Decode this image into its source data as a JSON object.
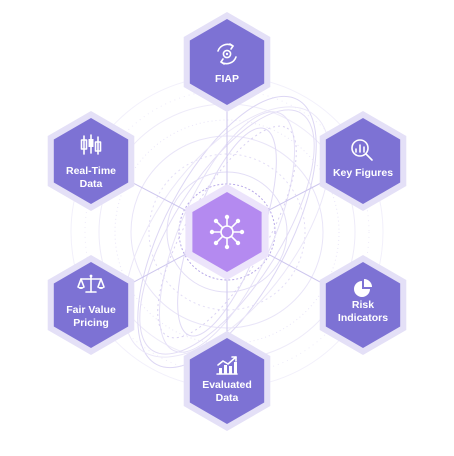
{
  "diagram": {
    "center": {
      "icon": "network-hub-icon"
    },
    "nodes": [
      {
        "id": "fiap",
        "label_lines": [
          "FIAP"
        ],
        "icon": "gear-cycle-icon"
      },
      {
        "id": "key-figures",
        "label_lines": [
          "Key Figures"
        ],
        "icon": "magnifier-chart-icon"
      },
      {
        "id": "risk-indicators",
        "label_lines": [
          "Risk",
          "Indicators"
        ],
        "icon": "pie-chart-icon"
      },
      {
        "id": "evaluated-data",
        "label_lines": [
          "Evaluated",
          "Data"
        ],
        "icon": "bar-trend-icon"
      },
      {
        "id": "fair-value-pricing",
        "label_lines": [
          "Fair Value",
          "Pricing"
        ],
        "icon": "scales-icon"
      },
      {
        "id": "real-time-data",
        "label_lines": [
          "Real-Time",
          "Data"
        ],
        "icon": "candlestick-icon"
      }
    ],
    "colors": {
      "node_fill": "#7d72d4",
      "node_border": "#e4e0f7",
      "center_fill": "#b48af0",
      "center_border": "#ece4fb",
      "line": "#cdc6ee",
      "ring": "#e3def6",
      "ring_accent": "#b7a8e8"
    }
  }
}
